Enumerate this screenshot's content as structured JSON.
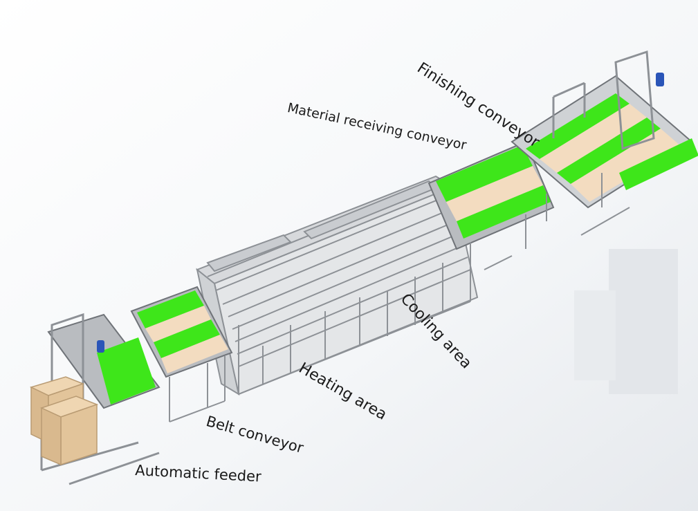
{
  "diagram": {
    "labels": {
      "finishing_conveyor": "Finishing conveyor",
      "material_receiving_conveyor": "Material receiving conveyor",
      "cooling_area": "Cooling area",
      "heating_area": "Heating area",
      "belt_conveyor": "Belt conveyor",
      "automatic_feeder": "Automatic feeder"
    },
    "colors": {
      "belt_green": "#3ee61a",
      "frame_grey": "#b9bcc0",
      "frame_dark": "#6f7378",
      "wood_panel": "#f3dcc0",
      "carton": "#e2c49a",
      "motor_blue": "#2a55b8"
    }
  }
}
